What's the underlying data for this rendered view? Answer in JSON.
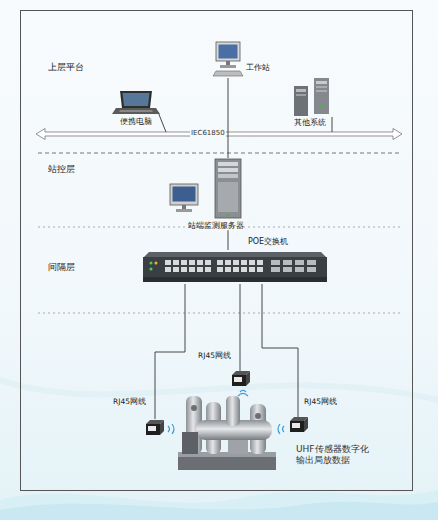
{
  "diagram": {
    "nodes": [
      {
        "text": [
          "工作站"
        ]
      },
      {
        "text": [
          "便携电脑"
        ]
      },
      {
        "text": [
          "其他系统"
        ]
      },
      {
        "text": [
          "站端监测服务器"
        ]
      },
      {
        "text": [
          "POE交换机"
        ]
      }
    ],
    "edges": [
      {
        "from": 0,
        "to": 3,
        "arrow": "none"
      },
      {
        "from": 3,
        "to": 4,
        "arrow": "none"
      }
    ],
    "labels": [
      "上层平台",
      "IEC61850",
      "站控层",
      "间隔层",
      "RJ45网线",
      "RJ45网线",
      "RJ45网线",
      "UHF传感器数字化 输出局放数据"
    ]
  }
}
